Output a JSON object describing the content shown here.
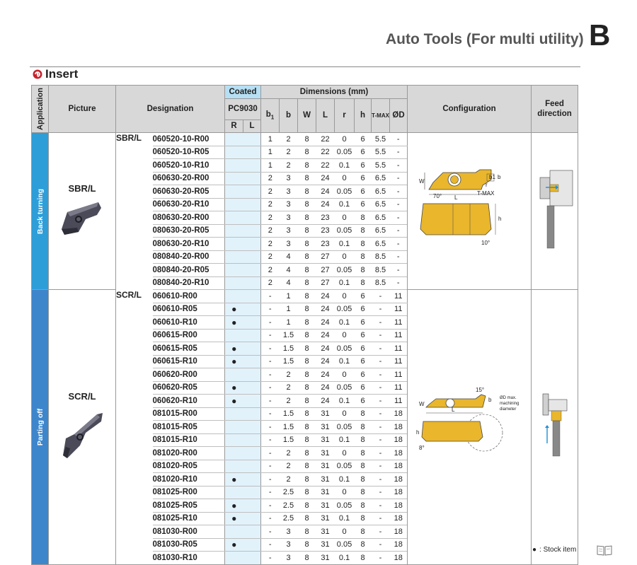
{
  "header": {
    "title": "Auto Tools (For multi utility)",
    "letter": "B"
  },
  "section": {
    "title": "Insert"
  },
  "table": {
    "head": {
      "application": "Application",
      "picture": "Picture",
      "designation": "Designation",
      "coated": "Coated",
      "grade": "PC9030",
      "r": "R",
      "l": "L",
      "dimensions": "Dimensions (mm)",
      "b1": "b",
      "b1_sub": "1",
      "b": "b",
      "w": "W",
      "len": "L",
      "rad": "r",
      "h": "h",
      "tmax": "T-MAX",
      "od": "ØD",
      "configuration": "Configuration",
      "feed": "Feed direction"
    },
    "groups": [
      {
        "application": "Back turning",
        "picture_label": "SBR/L",
        "series": "SBR/L",
        "rows": [
          {
            "code": "060520-10-R00",
            "r": "",
            "l": "",
            "b1": "1",
            "b": "2",
            "w": "8",
            "len": "22",
            "rad": "0",
            "h": "6",
            "tmax": "5.5",
            "od": "-"
          },
          {
            "code": "060520-10-R05",
            "r": "",
            "l": "",
            "b1": "1",
            "b": "2",
            "w": "8",
            "len": "22",
            "rad": "0.05",
            "h": "6",
            "tmax": "5.5",
            "od": "-"
          },
          {
            "code": "060520-10-R10",
            "r": "",
            "l": "",
            "b1": "1",
            "b": "2",
            "w": "8",
            "len": "22",
            "rad": "0.1",
            "h": "6",
            "tmax": "5.5",
            "od": "-"
          },
          {
            "code": "060630-20-R00",
            "r": "",
            "l": "",
            "b1": "2",
            "b": "3",
            "w": "8",
            "len": "24",
            "rad": "0",
            "h": "6",
            "tmax": "6.5",
            "od": "-"
          },
          {
            "code": "060630-20-R05",
            "r": "",
            "l": "",
            "b1": "2",
            "b": "3",
            "w": "8",
            "len": "24",
            "rad": "0.05",
            "h": "6",
            "tmax": "6.5",
            "od": "-"
          },
          {
            "code": "060630-20-R10",
            "r": "",
            "l": "",
            "b1": "2",
            "b": "3",
            "w": "8",
            "len": "24",
            "rad": "0.1",
            "h": "6",
            "tmax": "6.5",
            "od": "-"
          },
          {
            "code": "080630-20-R00",
            "r": "",
            "l": "",
            "b1": "2",
            "b": "3",
            "w": "8",
            "len": "23",
            "rad": "0",
            "h": "8",
            "tmax": "6.5",
            "od": "-"
          },
          {
            "code": "080630-20-R05",
            "r": "",
            "l": "",
            "b1": "2",
            "b": "3",
            "w": "8",
            "len": "23",
            "rad": "0.05",
            "h": "8",
            "tmax": "6.5",
            "od": "-"
          },
          {
            "code": "080630-20-R10",
            "r": "",
            "l": "",
            "b1": "2",
            "b": "3",
            "w": "8",
            "len": "23",
            "rad": "0.1",
            "h": "8",
            "tmax": "6.5",
            "od": "-"
          },
          {
            "code": "080840-20-R00",
            "r": "",
            "l": "",
            "b1": "2",
            "b": "4",
            "w": "8",
            "len": "27",
            "rad": "0",
            "h": "8",
            "tmax": "8.5",
            "od": "-"
          },
          {
            "code": "080840-20-R05",
            "r": "",
            "l": "",
            "b1": "2",
            "b": "4",
            "w": "8",
            "len": "27",
            "rad": "0.05",
            "h": "8",
            "tmax": "8.5",
            "od": "-"
          },
          {
            "code": "080840-20-R10",
            "r": "",
            "l": "",
            "b1": "2",
            "b": "4",
            "w": "8",
            "len": "27",
            "rad": "0.1",
            "h": "8",
            "tmax": "8.5",
            "od": "-"
          }
        ]
      },
      {
        "application": "Parting off",
        "picture_label": "SCR/L",
        "series": "SCR/L",
        "rows": [
          {
            "code": "060610-R00",
            "r": "",
            "l": "",
            "b1": "-",
            "b": "1",
            "w": "8",
            "len": "24",
            "rad": "0",
            "h": "6",
            "tmax": "-",
            "od": "11"
          },
          {
            "code": "060610-R05",
            "r": "●",
            "l": "",
            "b1": "-",
            "b": "1",
            "w": "8",
            "len": "24",
            "rad": "0.05",
            "h": "6",
            "tmax": "-",
            "od": "11"
          },
          {
            "code": "060610-R10",
            "r": "●",
            "l": "",
            "b1": "-",
            "b": "1",
            "w": "8",
            "len": "24",
            "rad": "0.1",
            "h": "6",
            "tmax": "-",
            "od": "11"
          },
          {
            "code": "060615-R00",
            "r": "",
            "l": "",
            "b1": "-",
            "b": "1.5",
            "w": "8",
            "len": "24",
            "rad": "0",
            "h": "6",
            "tmax": "-",
            "od": "11"
          },
          {
            "code": "060615-R05",
            "r": "●",
            "l": "",
            "b1": "-",
            "b": "1.5",
            "w": "8",
            "len": "24",
            "rad": "0.05",
            "h": "6",
            "tmax": "-",
            "od": "11"
          },
          {
            "code": "060615-R10",
            "r": "●",
            "l": "",
            "b1": "-",
            "b": "1.5",
            "w": "8",
            "len": "24",
            "rad": "0.1",
            "h": "6",
            "tmax": "-",
            "od": "11"
          },
          {
            "code": "060620-R00",
            "r": "",
            "l": "",
            "b1": "-",
            "b": "2",
            "w": "8",
            "len": "24",
            "rad": "0",
            "h": "6",
            "tmax": "-",
            "od": "11"
          },
          {
            "code": "060620-R05",
            "r": "●",
            "l": "",
            "b1": "-",
            "b": "2",
            "w": "8",
            "len": "24",
            "rad": "0.05",
            "h": "6",
            "tmax": "-",
            "od": "11"
          },
          {
            "code": "060620-R10",
            "r": "●",
            "l": "",
            "b1": "-",
            "b": "2",
            "w": "8",
            "len": "24",
            "rad": "0.1",
            "h": "6",
            "tmax": "-",
            "od": "11"
          },
          {
            "code": "081015-R00",
            "r": "",
            "l": "",
            "b1": "-",
            "b": "1.5",
            "w": "8",
            "len": "31",
            "rad": "0",
            "h": "8",
            "tmax": "-",
            "od": "18"
          },
          {
            "code": "081015-R05",
            "r": "",
            "l": "",
            "b1": "-",
            "b": "1.5",
            "w": "8",
            "len": "31",
            "rad": "0.05",
            "h": "8",
            "tmax": "-",
            "od": "18"
          },
          {
            "code": "081015-R10",
            "r": "",
            "l": "",
            "b1": "-",
            "b": "1.5",
            "w": "8",
            "len": "31",
            "rad": "0.1",
            "h": "8",
            "tmax": "-",
            "od": "18"
          },
          {
            "code": "081020-R00",
            "r": "",
            "l": "",
            "b1": "-",
            "b": "2",
            "w": "8",
            "len": "31",
            "rad": "0",
            "h": "8",
            "tmax": "-",
            "od": "18"
          },
          {
            "code": "081020-R05",
            "r": "",
            "l": "",
            "b1": "-",
            "b": "2",
            "w": "8",
            "len": "31",
            "rad": "0.05",
            "h": "8",
            "tmax": "-",
            "od": "18"
          },
          {
            "code": "081020-R10",
            "r": "●",
            "l": "",
            "b1": "-",
            "b": "2",
            "w": "8",
            "len": "31",
            "rad": "0.1",
            "h": "8",
            "tmax": "-",
            "od": "18"
          },
          {
            "code": "081025-R00",
            "r": "",
            "l": "",
            "b1": "-",
            "b": "2.5",
            "w": "8",
            "len": "31",
            "rad": "0",
            "h": "8",
            "tmax": "-",
            "od": "18"
          },
          {
            "code": "081025-R05",
            "r": "●",
            "l": "",
            "b1": "-",
            "b": "2.5",
            "w": "8",
            "len": "31",
            "rad": "0.05",
            "h": "8",
            "tmax": "-",
            "od": "18"
          },
          {
            "code": "081025-R10",
            "r": "●",
            "l": "",
            "b1": "-",
            "b": "2.5",
            "w": "8",
            "len": "31",
            "rad": "0.1",
            "h": "8",
            "tmax": "-",
            "od": "18"
          },
          {
            "code": "081030-R00",
            "r": "",
            "l": "",
            "b1": "-",
            "b": "3",
            "w": "8",
            "len": "31",
            "rad": "0",
            "h": "8",
            "tmax": "-",
            "od": "18"
          },
          {
            "code": "081030-R05",
            "r": "●",
            "l": "",
            "b1": "-",
            "b": "3",
            "w": "8",
            "len": "31",
            "rad": "0.05",
            "h": "8",
            "tmax": "-",
            "od": "18"
          },
          {
            "code": "081030-R10",
            "r": "",
            "l": "",
            "b1": "-",
            "b": "3",
            "w": "8",
            "len": "31",
            "rad": "0.1",
            "h": "8",
            "tmax": "-",
            "od": "18"
          }
        ]
      }
    ]
  },
  "config_labels": {
    "sbr": {
      "w": "W",
      "b1": "b1",
      "b": "b",
      "r": "r",
      "tmax": "T-MAX",
      "angle": "70°",
      "len": "L",
      "h": "h",
      "angle2": "10°"
    },
    "scr": {
      "angle": "15°",
      "b": "b",
      "w": "W",
      "od_note_1": "ØD max.",
      "od_note_2": "machining",
      "od_note_3": "diameter",
      "len": "L",
      "h": "h",
      "angle2": "8°"
    }
  },
  "footer": {
    "dot": "●",
    "legend": ": Stock item"
  },
  "colors": {
    "coated_header": "#b7dff3",
    "coated_cell": "#e1f2fb",
    "back_turning": "#2e9ed9",
    "parting_off": "#3e86cc",
    "insert_gold": "#e9b62c",
    "header_gray": "#d8d8d8"
  }
}
